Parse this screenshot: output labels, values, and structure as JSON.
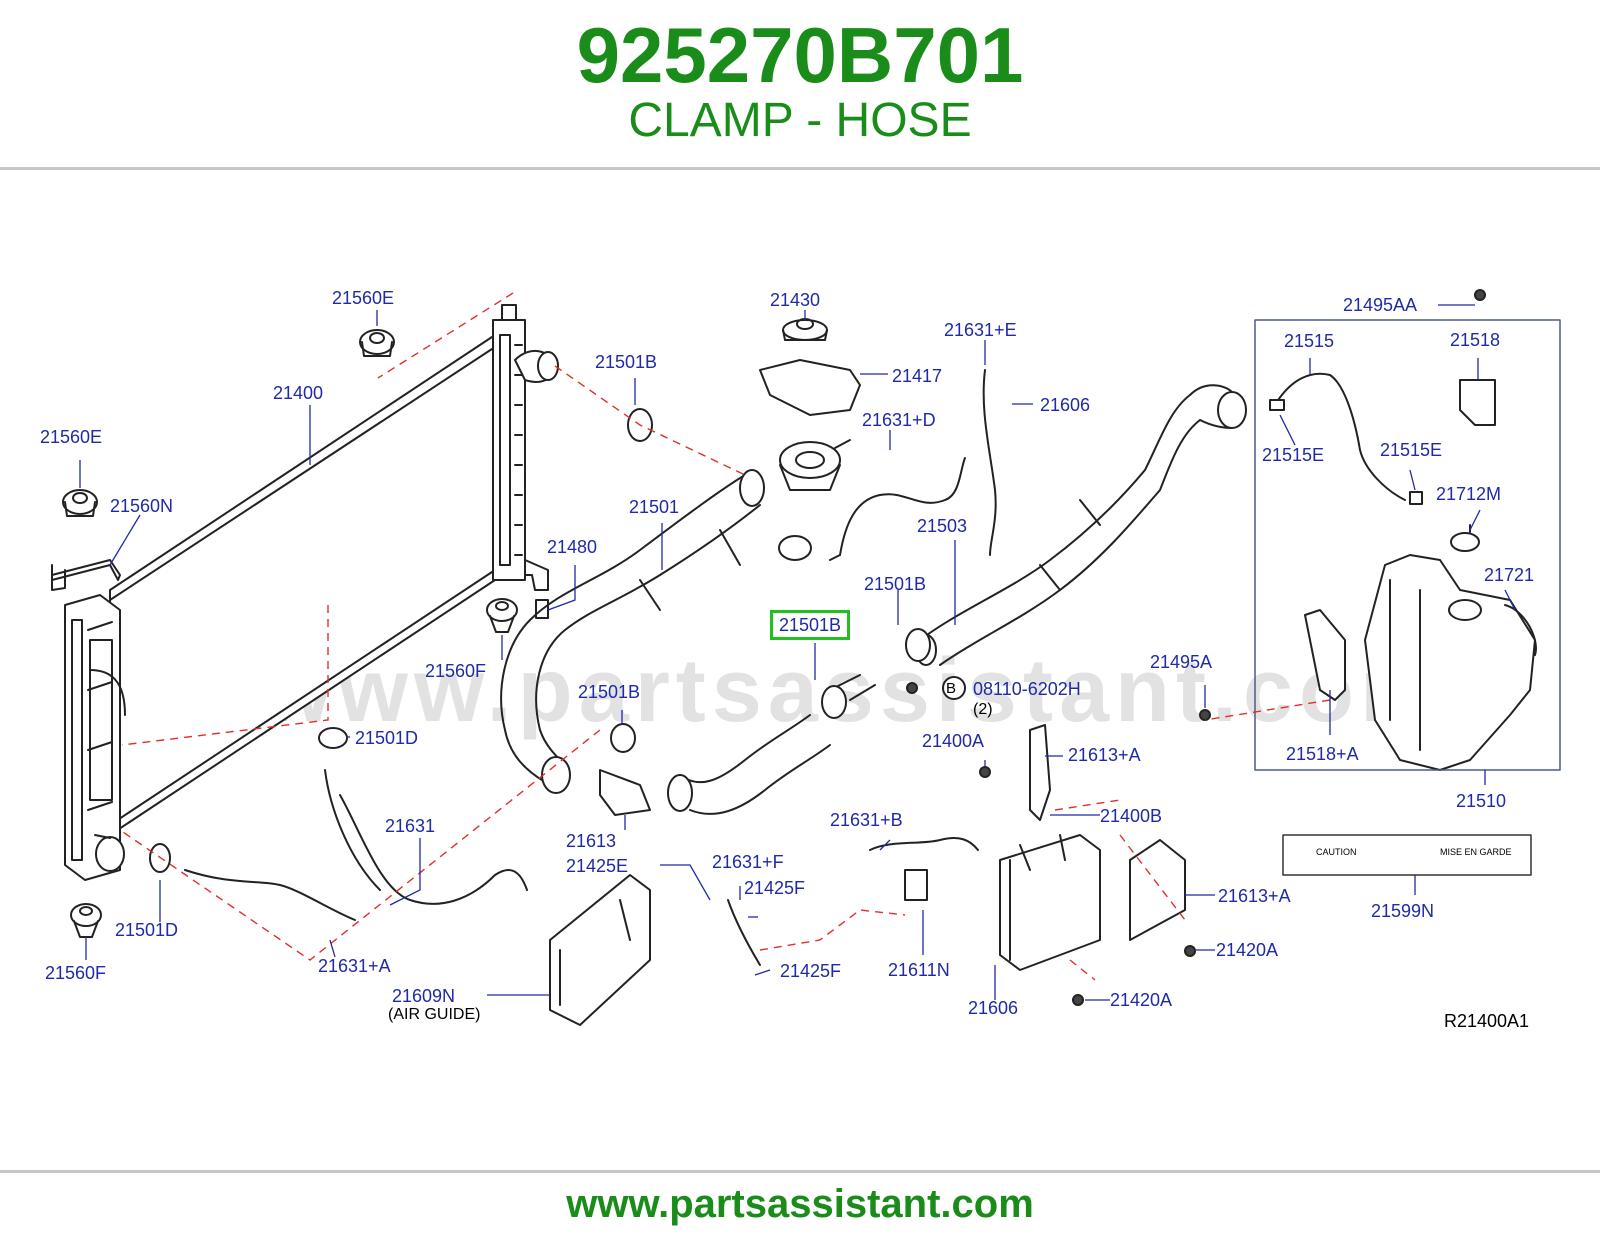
{
  "header": {
    "part_number": "925270B701",
    "part_name": "CLAMP - HOSE"
  },
  "watermark": "www.partsassistant.com",
  "footer": {
    "url": "www.partsassistant.com"
  },
  "diagram": {
    "drawing_number": "R21400A1",
    "highlighted_callout": "21501B",
    "callouts": {
      "c21560E_top": "21560E",
      "c21400": "21400",
      "c21560E_left": "21560E",
      "c21560N": "21560N",
      "c21480": "21480",
      "c21560F_mid": "21560F",
      "c21501D_mid": "21501D",
      "c21631": "21631",
      "c21501D_bot": "21501D",
      "c21560F_bot": "21560F",
      "c21631A": "21631+A",
      "c21609N": "21609N",
      "c21609N_sub": "(AIR   GUIDE)",
      "c21430": "21430",
      "c21501B_top": "21501B",
      "c21417": "21417",
      "c21631D": "21631+D",
      "c21501": "21501",
      "c21631E": "21631+E",
      "c21606_top": "21606",
      "c21503": "21503",
      "c21501B_mid": "21501B",
      "c21501B_hl": "21501B",
      "c08110": "08110-6202H",
      "c08110_qty": "(2)",
      "c08110_b": "B",
      "c21501B_low": "21501B",
      "c21613": "21613",
      "c21425E": "21425E",
      "c21631F": "21631+F",
      "c21425F_a": "21425F",
      "c21425F_b": "21425F",
      "c21631B": "21631+B",
      "c21611N": "21611N",
      "c21400A": "21400A",
      "c21613A_top": "21613+A",
      "c21400B": "21400B",
      "c21613A_bot": "21613+A",
      "c21420A_a": "21420A",
      "c21420A_b": "21420A",
      "c21606_bot": "21606",
      "c21495A": "21495A",
      "c21495AA": "21495AA",
      "c21515": "21515",
      "c21518": "21518",
      "c21515E_a": "21515E",
      "c21515E_b": "21515E",
      "c21712M": "21712M",
      "c21721": "21721",
      "c21518A": "21518+A",
      "c21510": "21510",
      "c21599N": "21599N"
    },
    "label_plate": {
      "caution": "CAUTION",
      "mise": "MISE   EN   GARDE"
    }
  },
  "colors": {
    "brand_green": "#1a8c1a",
    "callout_blue": "#1f2aa8",
    "leader_red": "#e0302a",
    "highlight_green": "#1fc01f"
  }
}
